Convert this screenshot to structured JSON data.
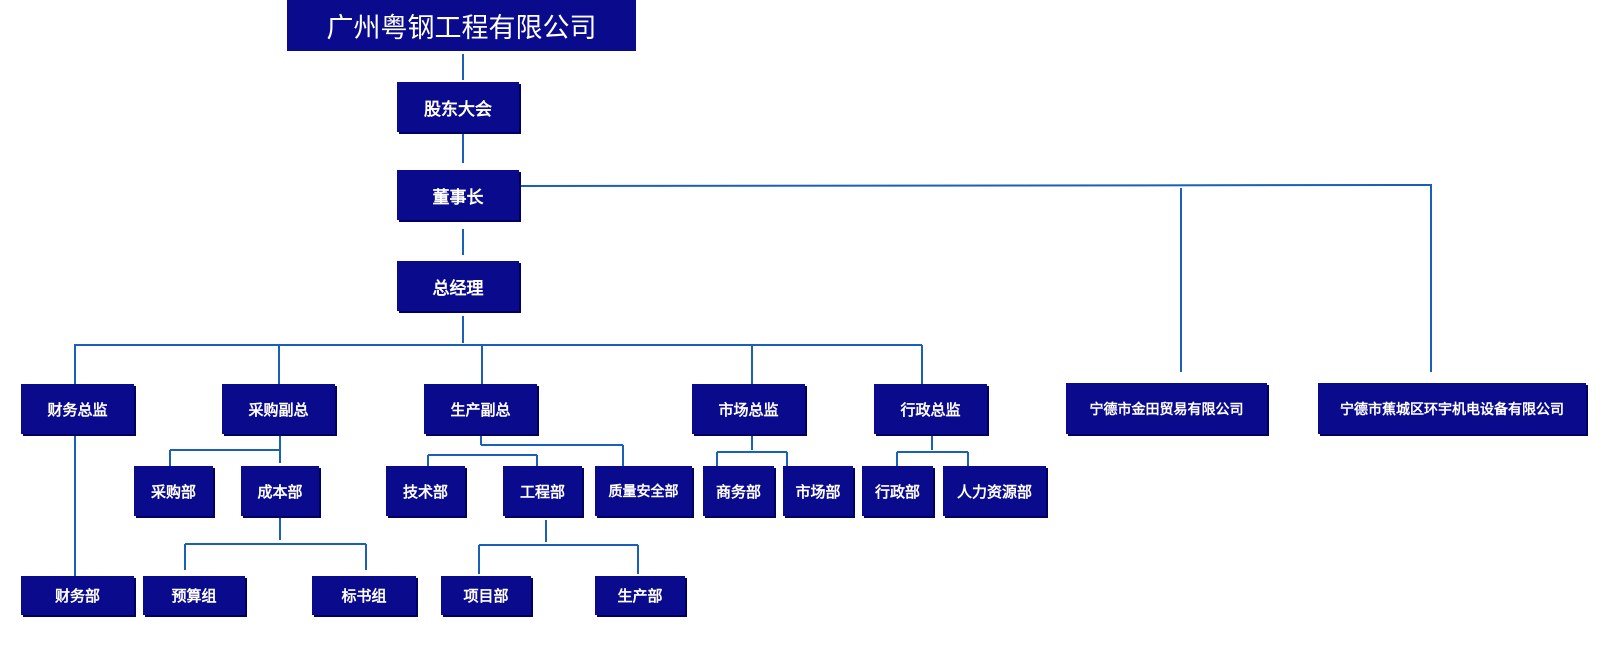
{
  "company": "广州粤钢工程有限公司",
  "shareholders": "股东大会",
  "chairman": "董事长",
  "general_manager": "总经理",
  "directors": {
    "finance": "财务总监",
    "procurement": "采购副总",
    "production": "生产副总",
    "market": "市场总监",
    "admin": "行政总监"
  },
  "subsidiaries": {
    "jintian": "宁德市金田贸易有限公司",
    "huanyu": "宁德市蕉城区环宇机电设备有限公司"
  },
  "departments": {
    "purchasing": "采购部",
    "cost": "成本部",
    "technical": "技术部",
    "engineering": "工程部",
    "quality_safety": "质量安全部",
    "business": "商务部",
    "marketing": "市场部",
    "administration": "行政部",
    "hr": "人力资源部",
    "finance_dept": "财务部",
    "budget": "预算组",
    "bidding": "标书组",
    "project": "项目部",
    "production_dept": "生产部"
  },
  "colors": {
    "box": "#0a0a8c",
    "text": "#ffffff",
    "line": "#1a5fb8"
  }
}
